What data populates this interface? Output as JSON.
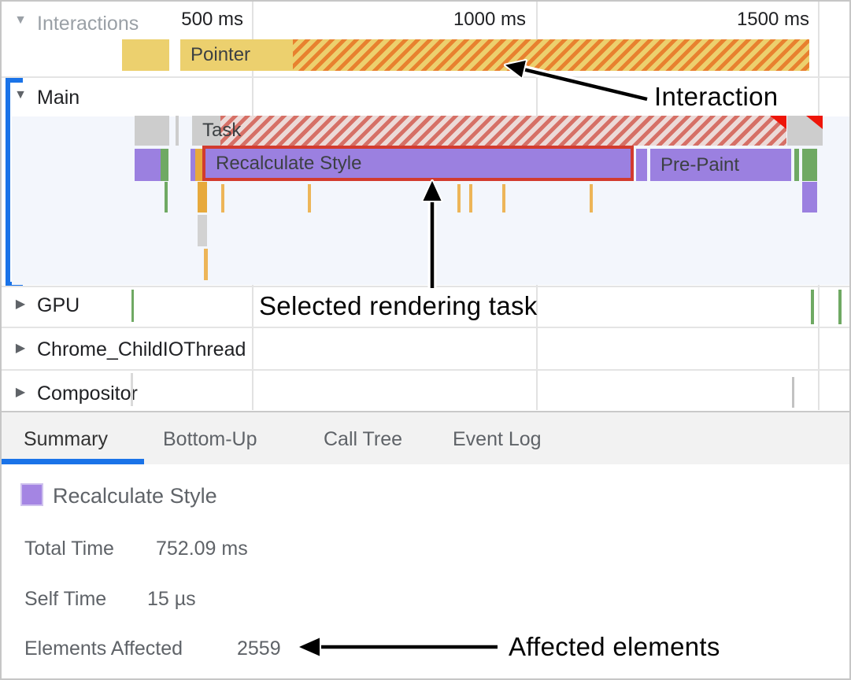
{
  "ruler": {
    "tick_labels": [
      "500 ms",
      "1000 ms",
      "1500 ms"
    ]
  },
  "icons": {
    "disclosure_expanded": "▼",
    "disclosure_collapsed": "▶"
  },
  "tracks": {
    "interactions": {
      "label": "Interactions",
      "events": {
        "pointer": "Pointer"
      }
    },
    "main": {
      "label": "Main",
      "events": {
        "task": "Task",
        "recalculate_style": "Recalculate Style",
        "pre_paint": "Pre-Paint"
      }
    },
    "gpu": {
      "label": "GPU"
    },
    "chrome_child_io": {
      "label": "Chrome_ChildIOThread"
    },
    "compositor": {
      "label": "Compositor"
    }
  },
  "annotations": {
    "interaction": "Interaction",
    "selected_task": "Selected rendering task",
    "affected_elements": "Affected elements"
  },
  "tabs": [
    {
      "label": "Summary",
      "active": true
    },
    {
      "label": "Bottom-Up",
      "active": false
    },
    {
      "label": "Call Tree",
      "active": false
    },
    {
      "label": "Event Log",
      "active": false
    }
  ],
  "summary": {
    "event_name": "Recalculate Style",
    "rows": [
      {
        "label": "Total Time",
        "value": "752.09 ms"
      },
      {
        "label": "Self Time",
        "value": "15 µs"
      },
      {
        "label": "Elements Affected",
        "value": "2559"
      }
    ]
  },
  "colors": {
    "accent_blue": "#1a73e8",
    "selection_red": "#d23b2e",
    "long_task_red": "#ee1509",
    "purple_event": "#9b80e0",
    "green_event": "#6fa963",
    "yellow_interaction": "#ecd06e",
    "orange_hatch": "#e8812f",
    "amber_event": "#e7a93c",
    "gray_task": "#cdcdcd",
    "summary_swatch": "#a485e3"
  }
}
